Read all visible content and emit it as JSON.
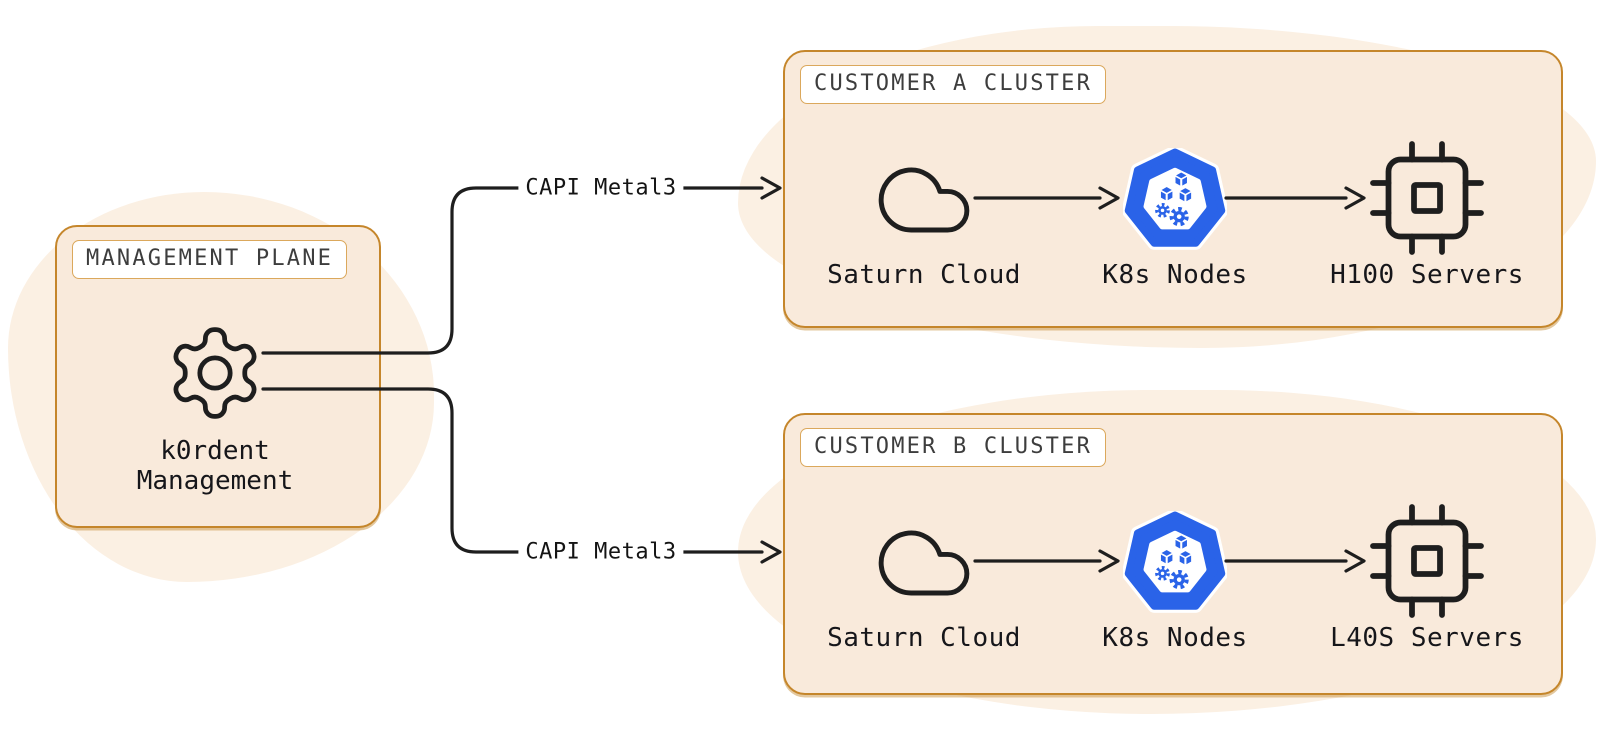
{
  "diagram_type": "architecture-diagram",
  "colors": {
    "background": "#ffffff",
    "box_border": "#c5862b",
    "box_fill": "#f9eadb",
    "blob_fill": "#fbf0e3",
    "label_box_border": "#dba85c",
    "label_box_fill": "#ffffff",
    "label_text": "#3d3d3d",
    "line_color": "#1e1e1e",
    "kubernetes_blue": "#2a63e8"
  },
  "management": {
    "title": "MANAGEMENT PLANE",
    "node": {
      "icon": "gear-icon",
      "label_lines": [
        "k0rdent",
        "Management"
      ]
    }
  },
  "connectors": [
    {
      "label": "CAPI Metal3",
      "from": "k0rdent Management",
      "to": "CUSTOMER A CLUSTER"
    },
    {
      "label": "CAPI Metal3",
      "from": "k0rdent Management",
      "to": "CUSTOMER B CLUSTER"
    }
  ],
  "clusters": [
    {
      "title": "CUSTOMER A CLUSTER",
      "nodes": [
        {
          "icon": "cloud-icon",
          "label": "Saturn Cloud"
        },
        {
          "icon": "kubernetes-icon",
          "label": "K8s Nodes"
        },
        {
          "icon": "cpu-chip-icon",
          "label": "H100 Servers"
        }
      ],
      "flow": [
        "Saturn Cloud",
        "K8s Nodes",
        "H100 Servers"
      ]
    },
    {
      "title": "CUSTOMER B CLUSTER",
      "nodes": [
        {
          "icon": "cloud-icon",
          "label": "Saturn Cloud"
        },
        {
          "icon": "kubernetes-icon",
          "label": "K8s Nodes"
        },
        {
          "icon": "cpu-chip-icon",
          "label": "L40S Servers"
        }
      ],
      "flow": [
        "Saturn Cloud",
        "K8s Nodes",
        "L40S Servers"
      ]
    }
  ]
}
